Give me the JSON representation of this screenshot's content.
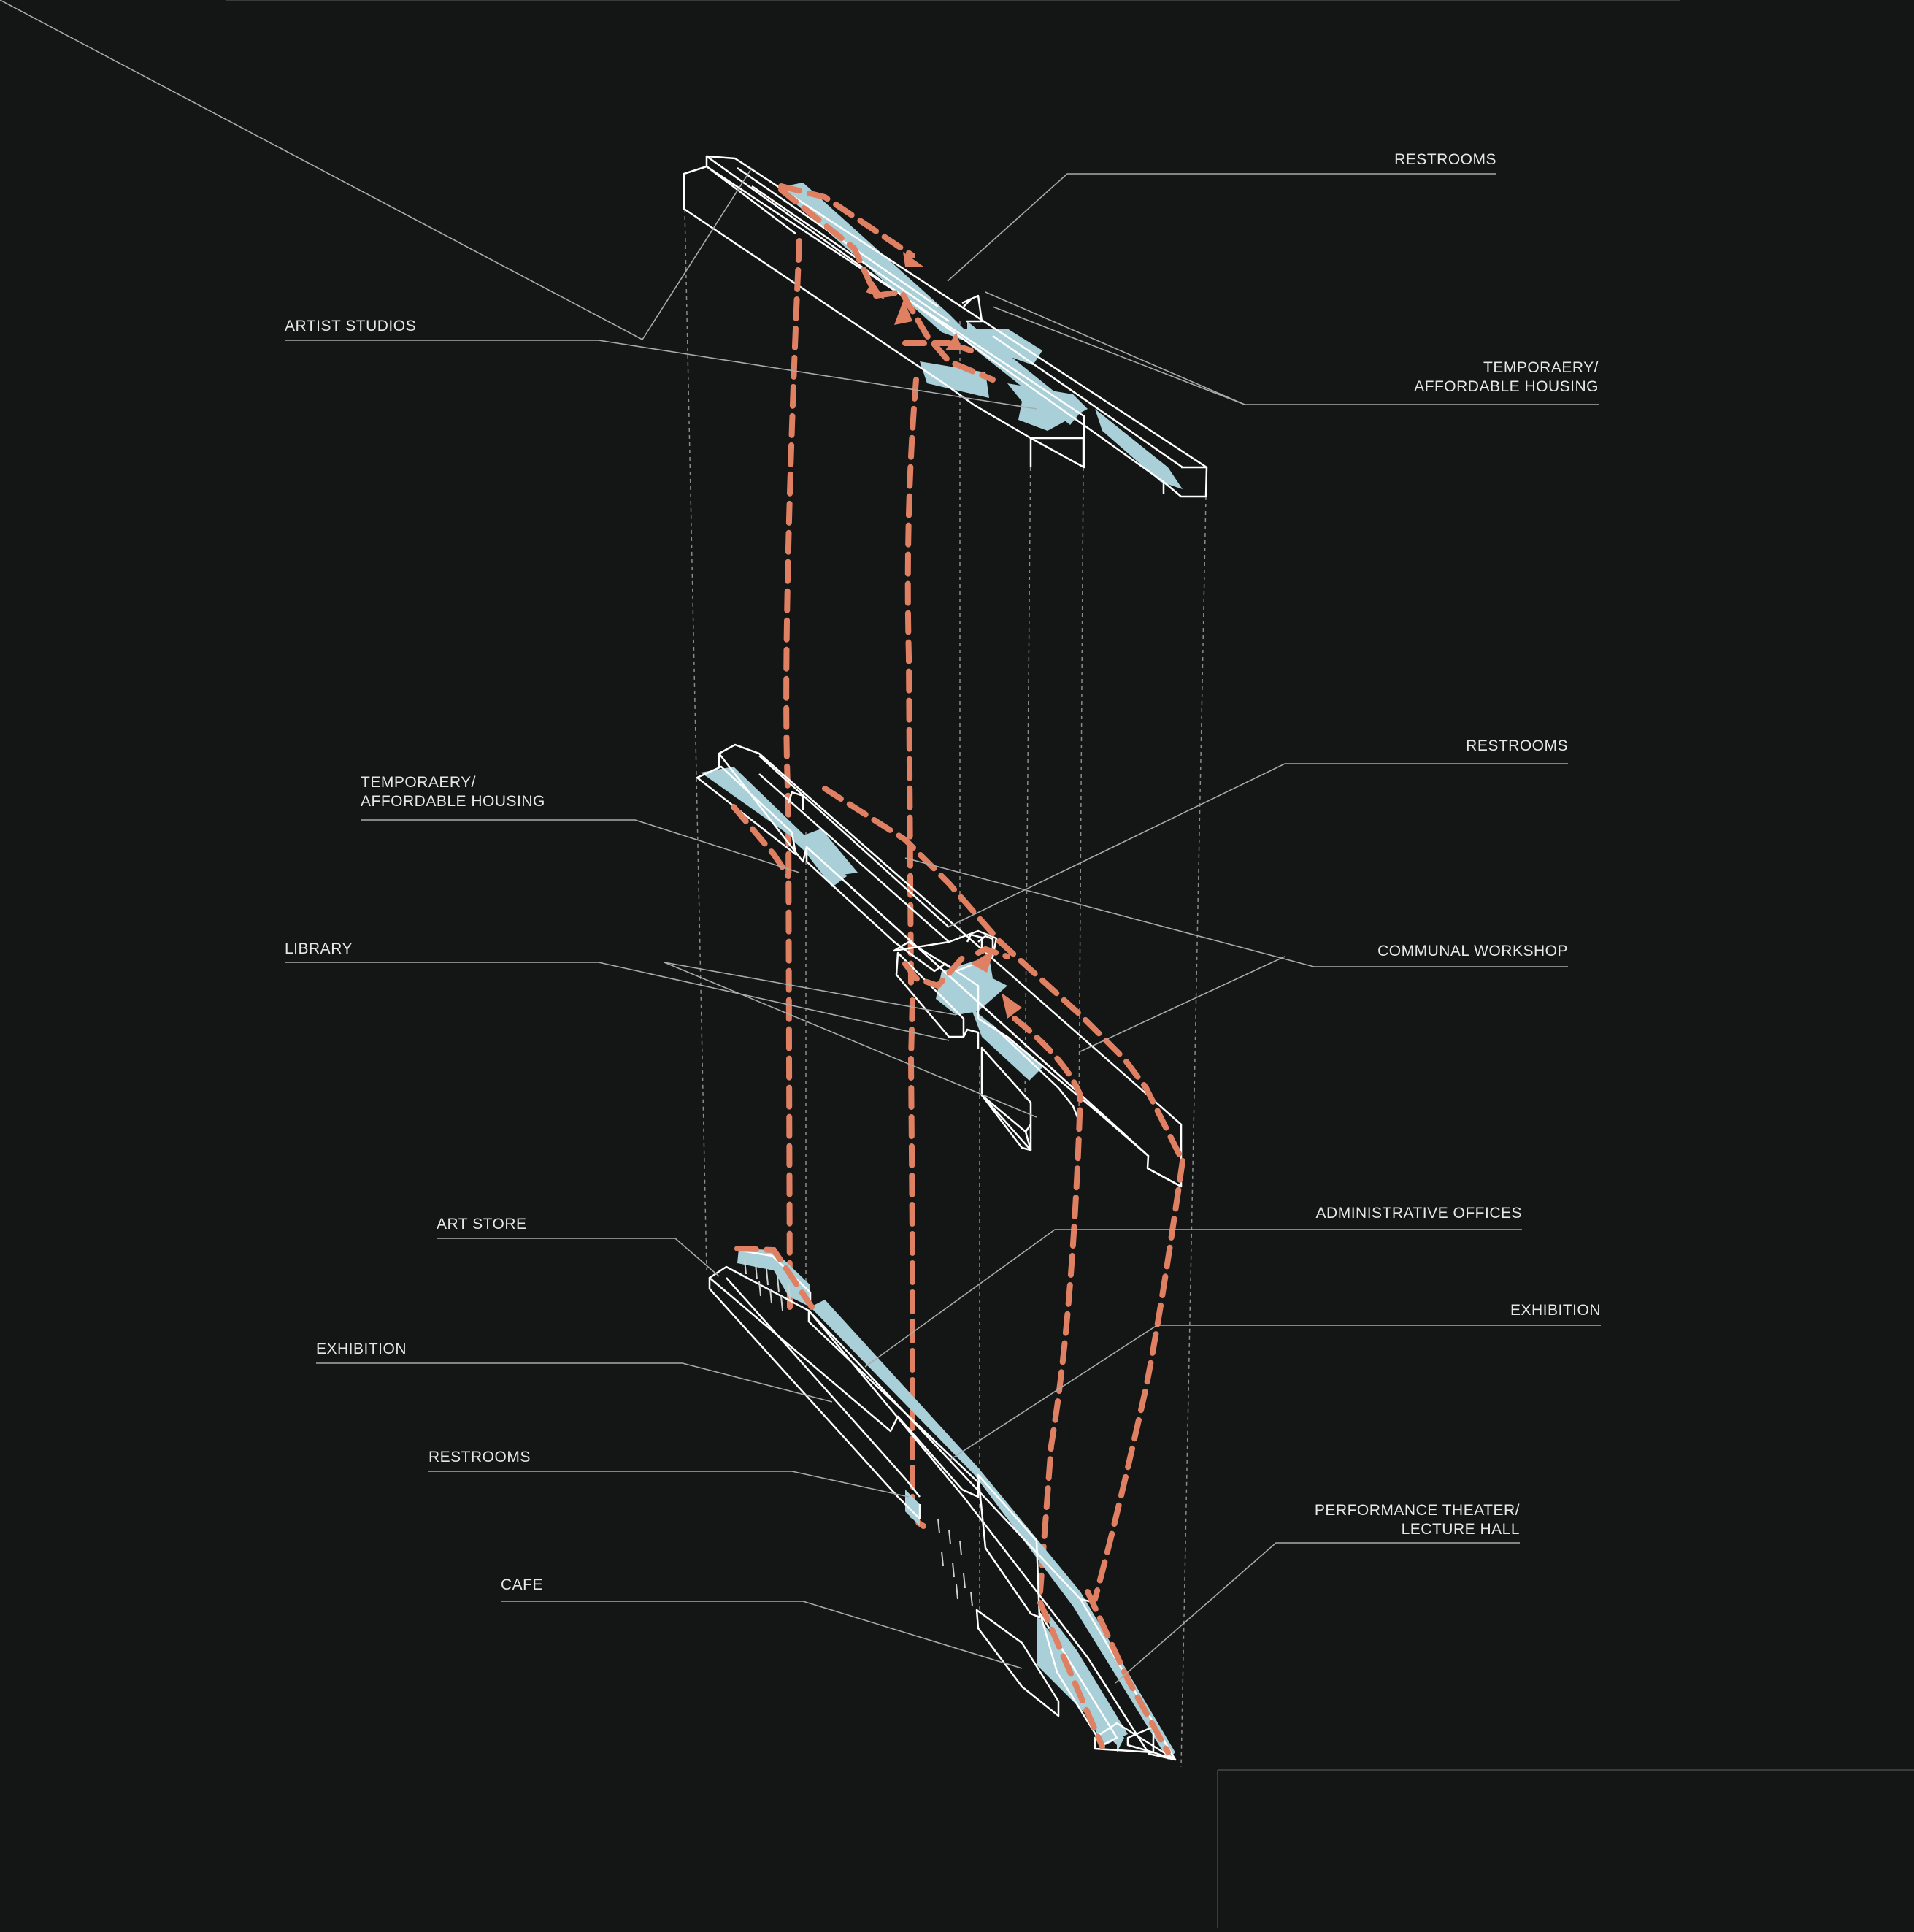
{
  "labels": {
    "restrooms_top": "RESTROOMS",
    "artist_studios": "ARTIST STUDIOS",
    "housing_top_line1": "TEMPORAERY/",
    "housing_top_line2": "AFFORDABLE HOUSING",
    "restrooms_mid": "RESTROOMS",
    "housing_mid_line1": "TEMPORAERY/",
    "housing_mid_line2": "AFFORDABLE HOUSING",
    "library": "LIBRARY",
    "communal_workshop": "COMMUNAL WORKSHOP",
    "art_store": "ART STORE",
    "administrative_offices": "ADMINISTRATIVE OFFICES",
    "exhibition_left": "EXHIBITION",
    "exhibition_right": "EXHIBITION",
    "restrooms_bottom": "RESTROOMS",
    "cafe": "CAFE",
    "theater_line1": "PERFORMANCE THEATER/",
    "theater_line2": "LECTURE HALL"
  },
  "colors": {
    "background": "#141515",
    "outline": "#ffffff",
    "fill": "#a9cfd8",
    "circulation": "#e08062",
    "leader": "#9a9c9c"
  }
}
